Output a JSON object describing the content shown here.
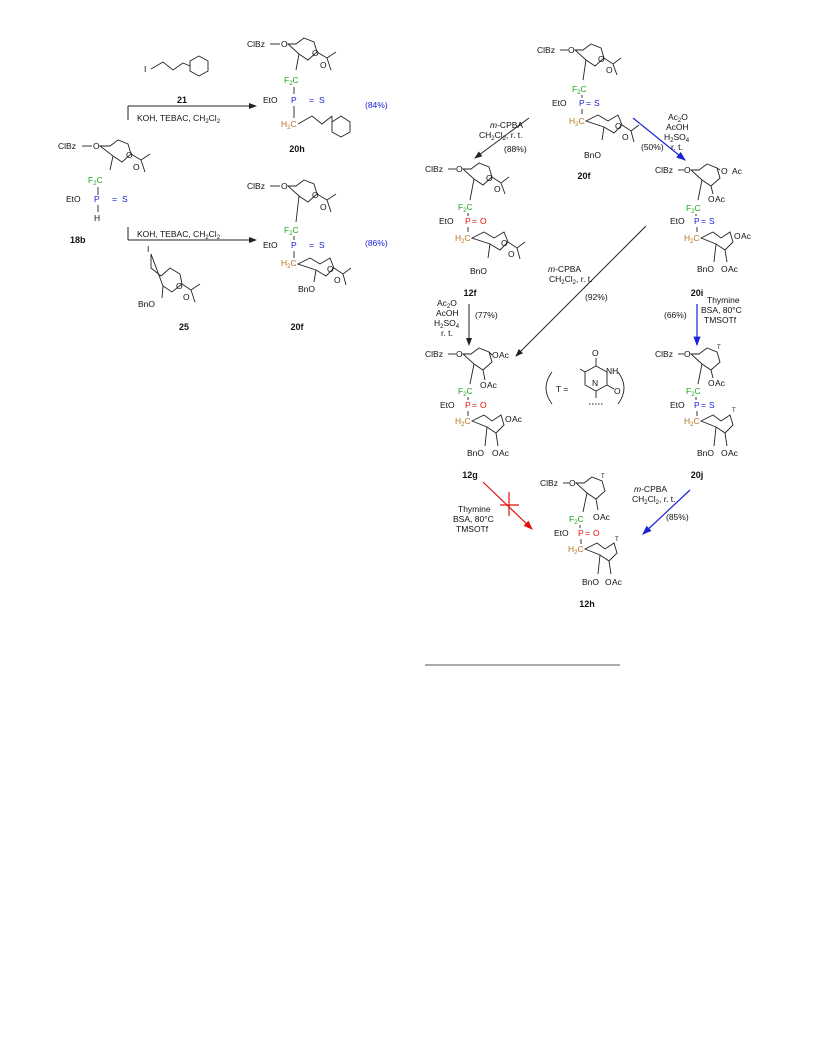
{
  "colors": {
    "black": "#222222",
    "blue": "#1a22d6",
    "red": "#e01010",
    "green": "#1aa51a",
    "brown": "#b8741f"
  },
  "reagents": {
    "alkylation": "KOH, TEBAC, CH2Cl2",
    "mcpba_rt": "m-CPBA CH2Cl2, r. t.",
    "acetolysis": "Ac2O AcOH H2SO4 r. t.",
    "glycosylation": "Thymine BSA, 80°C TMSOTf"
  },
  "yields": {
    "y20h": "(84%)",
    "y20f": "(86%)",
    "y12f": "(88%)",
    "y20i_from20f": "(50%)",
    "y12g_from20f": "(92%)",
    "y12g_from12f": "(77%)",
    "y20j": "(66%)",
    "y12h": "(85%)"
  },
  "labels": {
    "c21": "21",
    "c18b": "18b",
    "c25": "25",
    "c20h": "20h",
    "c20f": "20f",
    "c12f": "12f",
    "c12g": "12g",
    "c20i": "20i",
    "c20j": "20j",
    "c12h": "12h"
  },
  "atoms": {
    "clbz": "ClBz",
    "o": "O",
    "eto": "EtO",
    "p": "P",
    "s": "S",
    "h": "H",
    "bno": "BnO",
    "oac": "OAc",
    "ac": "Ac",
    "t": "T",
    "i": "I",
    "n": "N",
    "nh": "NH",
    "t_eq": "T ="
  }
}
